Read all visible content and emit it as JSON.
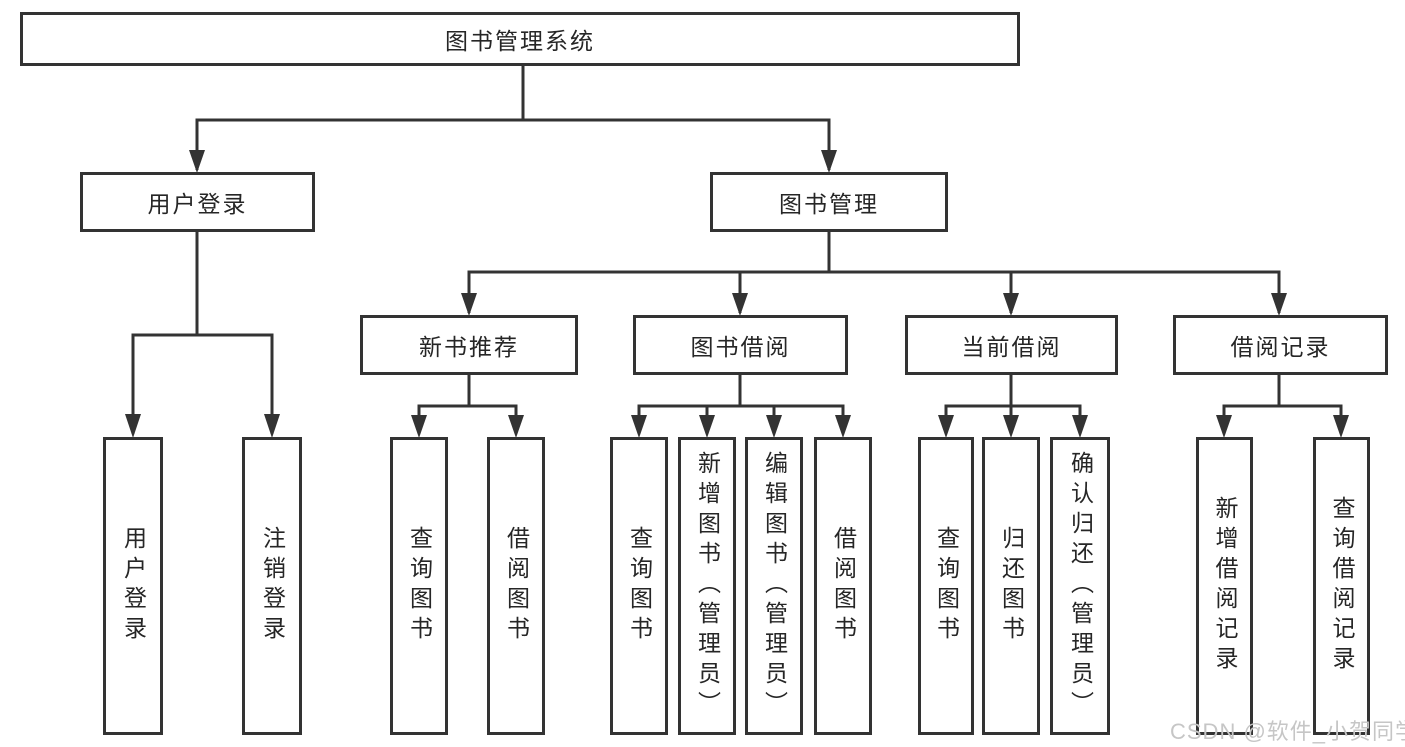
{
  "diagram": {
    "root": {
      "label": "图书管理系统"
    },
    "level2": [
      {
        "label": "用户登录"
      },
      {
        "label": "图书管理"
      }
    ],
    "level3": [
      {
        "label": "新书推荐"
      },
      {
        "label": "图书借阅"
      },
      {
        "label": "当前借阅"
      },
      {
        "label": "借阅记录"
      }
    ],
    "leaves": [
      {
        "label": "用户登录"
      },
      {
        "label": "注销登录"
      },
      {
        "label": "查询图书"
      },
      {
        "label": "借阅图书"
      },
      {
        "label": "查询图书"
      },
      {
        "label": "新增图书（管理员）"
      },
      {
        "label": "编辑图书（管理员）"
      },
      {
        "label": "借阅图书"
      },
      {
        "label": "查询图书"
      },
      {
        "label": "归还图书"
      },
      {
        "label": "确认归还（管理员）"
      },
      {
        "label": "新增借阅记录"
      },
      {
        "label": "查询借阅记录"
      }
    ]
  },
  "watermark": {
    "text": "CSDN @软件_小贺同学"
  },
  "colors": {
    "line": "#333333",
    "border": "#333333",
    "text": "#262626",
    "watermark": "#c6c6c6"
  }
}
